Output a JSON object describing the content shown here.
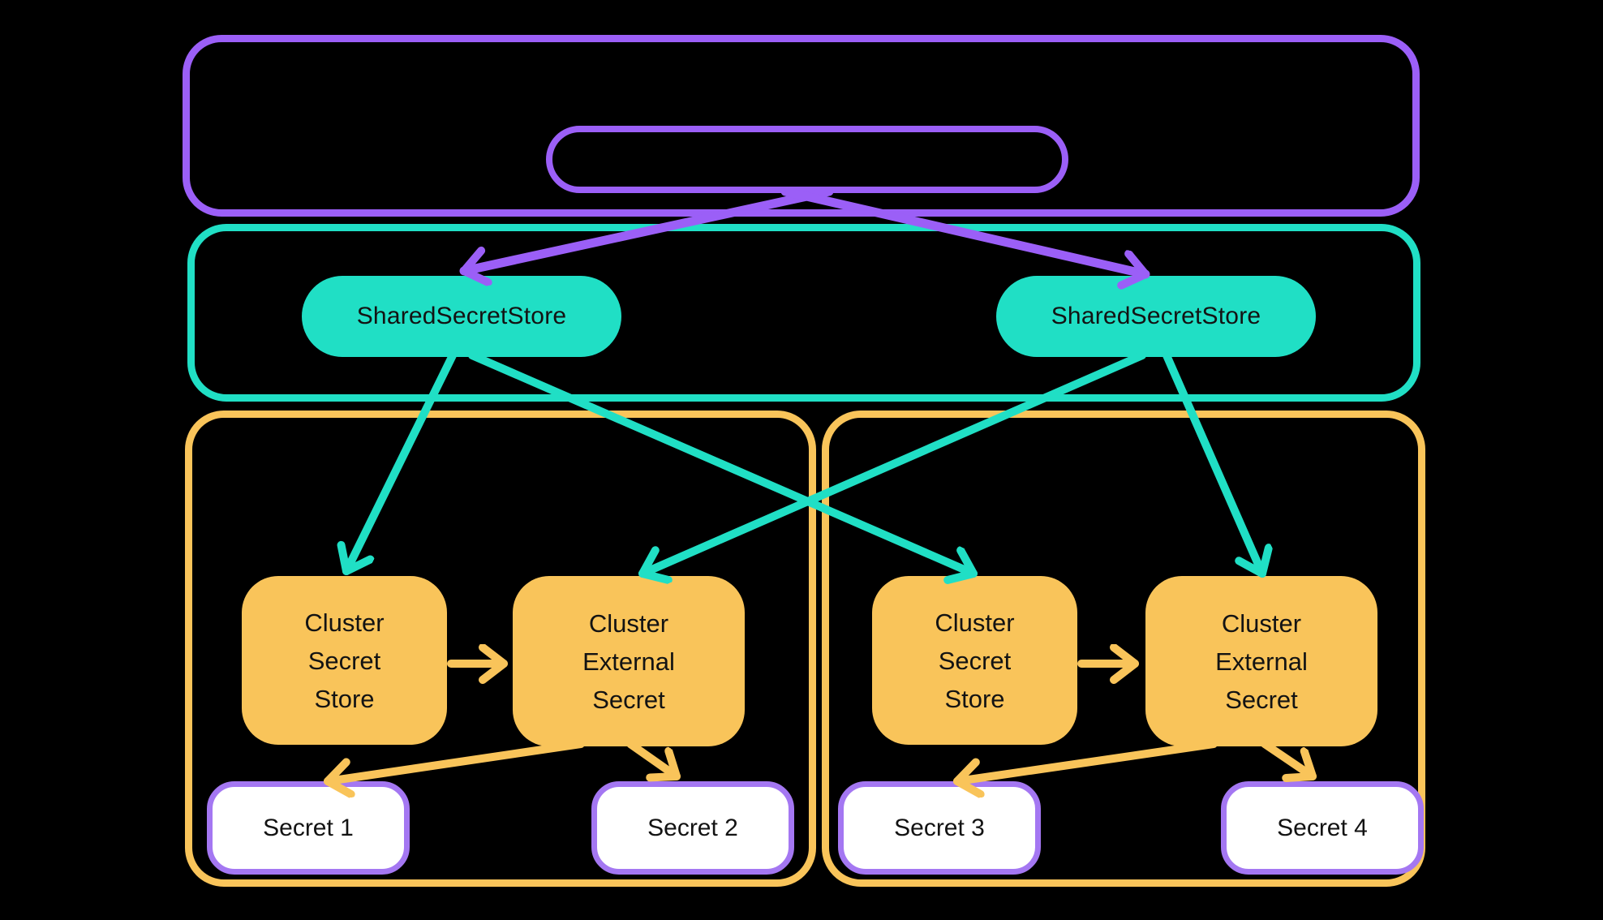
{
  "colors": {
    "background": "#000000",
    "purple": "#9B5FF7",
    "purple_light": "#A477F2",
    "teal": "#20DFC5",
    "orange": "#F9C45A",
    "secret_fill": "#FFFFFF",
    "text": "#131313"
  },
  "diagram": {
    "nodes": {
      "sss_left": {
        "label": "SharedSecretStore"
      },
      "sss_right": {
        "label": "SharedSecretStore"
      },
      "css_left": {
        "label": "Cluster\nSecret\nStore"
      },
      "ces_left": {
        "label": "Cluster\nExternal\nSecret"
      },
      "css_right": {
        "label": "Cluster\nSecret\nStore"
      },
      "ces_right": {
        "label": "Cluster\nExternal\nSecret"
      },
      "secret1": {
        "label": "Secret 1"
      },
      "secret2": {
        "label": "Secret 2"
      },
      "secret3": {
        "label": "Secret 3"
      },
      "secret4": {
        "label": "Secret 4"
      }
    },
    "edges": [
      {
        "id": "e1",
        "from": "root-pill",
        "to": "sss_left",
        "color": "purple"
      },
      {
        "id": "e2",
        "from": "root-pill",
        "to": "sss_right",
        "color": "purple"
      },
      {
        "id": "e3",
        "from": "sss_left",
        "to": "css_left",
        "color": "teal"
      },
      {
        "id": "e4",
        "from": "sss_left",
        "to": "css_right",
        "color": "teal"
      },
      {
        "id": "e5",
        "from": "sss_right",
        "to": "ces_left",
        "color": "teal"
      },
      {
        "id": "e6",
        "from": "sss_right",
        "to": "ces_right",
        "color": "teal"
      },
      {
        "id": "e7",
        "from": "css_left",
        "to": "ces_left",
        "color": "orange"
      },
      {
        "id": "e8",
        "from": "css_right",
        "to": "ces_right",
        "color": "orange"
      },
      {
        "id": "e9",
        "from": "ces_left",
        "to": "secret1",
        "color": "orange"
      },
      {
        "id": "e10",
        "from": "ces_left",
        "to": "secret2",
        "color": "orange"
      },
      {
        "id": "e11",
        "from": "ces_right",
        "to": "secret3",
        "color": "orange"
      },
      {
        "id": "e12",
        "from": "ces_right",
        "to": "secret4",
        "color": "orange"
      }
    ]
  }
}
